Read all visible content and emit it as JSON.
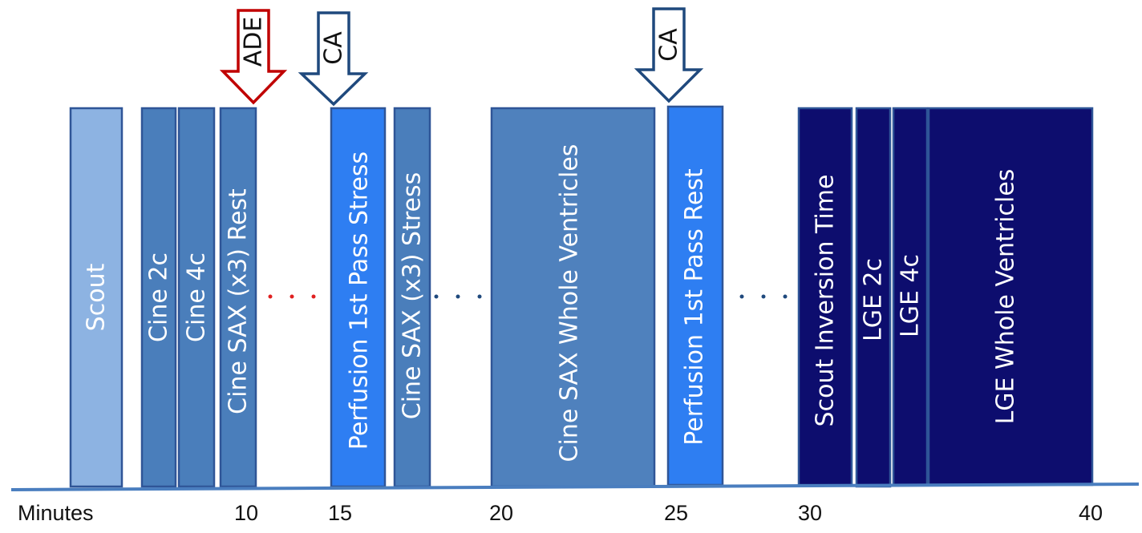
{
  "timeline": {
    "axis_title": "Minutes",
    "ticks": [
      "10",
      "15",
      "20",
      "25",
      "30",
      "40"
    ],
    "axis_color": "#4a7ebf"
  },
  "blocks": [
    {
      "label": "Scout",
      "fill": "#8db3e2"
    },
    {
      "label": "Cine 2c",
      "fill": "#4a7ebb"
    },
    {
      "label": "Cine 4c",
      "fill": "#4a7ebb"
    },
    {
      "label": "Cine SAX (x3) Rest",
      "fill": "#4a7ebb"
    },
    {
      "label": "Perfusion 1st Pass Stress",
      "fill": "#2e7ef2"
    },
    {
      "label": "Cine SAX (x3) Stress",
      "fill": "#4a7ebb"
    },
    {
      "label": "Cine SAX Whole Ventricles",
      "fill": "#4f81bd"
    },
    {
      "label": "Perfusion 1st Pass Rest",
      "fill": "#2e7ef2"
    },
    {
      "label": "Scout Inversion Time",
      "fill": "#0d0d6e"
    },
    {
      "label": "LGE 2c",
      "fill": "#0d0d6e"
    },
    {
      "label": "LGE 4c",
      "fill": "#0d0d6e"
    },
    {
      "label": "LGE Whole Ventricles",
      "fill": "#0d0d6e"
    }
  ],
  "arrows": [
    {
      "label": "ADE",
      "stroke": "#c00000"
    },
    {
      "label": "CA",
      "stroke": "#1f497d"
    },
    {
      "label": "CA",
      "stroke": "#1f497d"
    }
  ],
  "gaps": [
    {
      "dot_color": "#e02020"
    },
    {
      "dot_color": "#1f497d"
    },
    {
      "dot_color": "#1f497d"
    }
  ]
}
